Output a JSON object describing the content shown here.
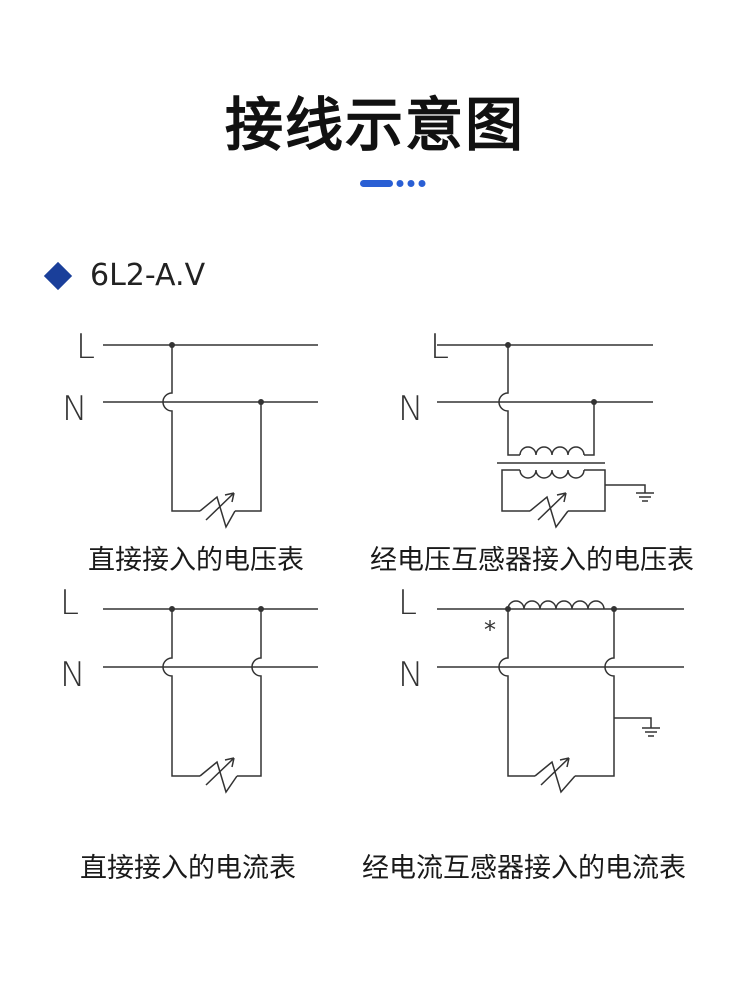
{
  "page": {
    "title": "接线示意图",
    "accent_color": "#2a5fd4",
    "section_icon": "diamond-icon",
    "section_label": "6L2-A.V"
  },
  "diagrams": [
    {
      "id": "voltmeter-direct",
      "caption": "直接接入的电压表",
      "line_label": "L",
      "neutral_label": "N"
    },
    {
      "id": "voltmeter-pt",
      "caption": "经电压互感器接入的电压表",
      "line_label": "L",
      "neutral_label": "N"
    },
    {
      "id": "ammeter-direct",
      "caption": "直接接入的电流表",
      "line_label": "L",
      "neutral_label": "N"
    },
    {
      "id": "ammeter-ct",
      "caption": "经电流互感器接入的电流表",
      "line_label": "L",
      "neutral_label": "N",
      "polarity_mark": "*"
    }
  ]
}
